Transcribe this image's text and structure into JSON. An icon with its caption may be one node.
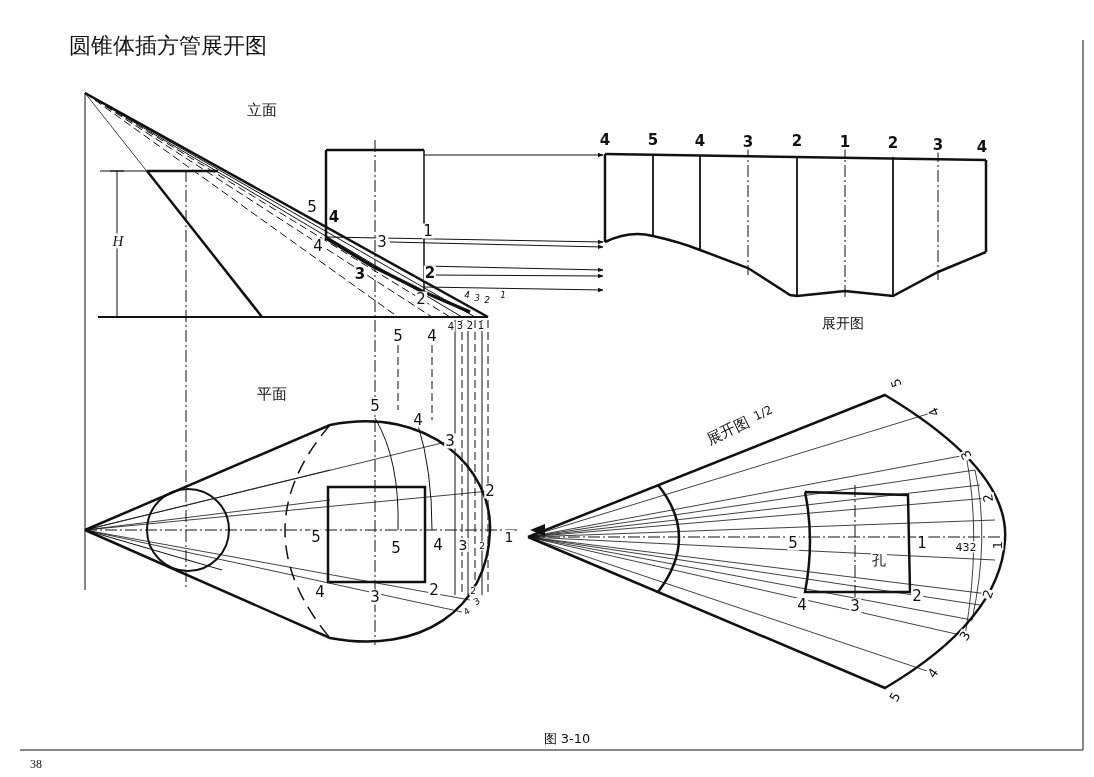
{
  "diagram": {
    "title": "圆锥体插方管展开图",
    "caption": "图 3-10",
    "labels": [
      "立面",
      "H",
      "5",
      "4",
      "4",
      "3",
      "3",
      "1",
      "2",
      "2",
      "4",
      "3",
      "2",
      "1",
      "4",
      "3",
      "2",
      "1",
      "5",
      "4",
      "4",
      "5",
      "4",
      "3",
      "2",
      "1",
      "2",
      "3",
      "4",
      "展开图",
      "平面",
      "5",
      "4",
      "3",
      "2",
      "5",
      "5",
      "4",
      "3",
      "2",
      "1",
      "4",
      "3",
      "2",
      "2",
      "3",
      "4",
      "展开图",
      "1/2",
      "5",
      "4",
      "3",
      "2",
      "1",
      "2",
      "3",
      "4",
      "5",
      "5",
      "1",
      "432",
      "孔",
      "2",
      "4",
      "3",
      "38"
    ]
  }
}
